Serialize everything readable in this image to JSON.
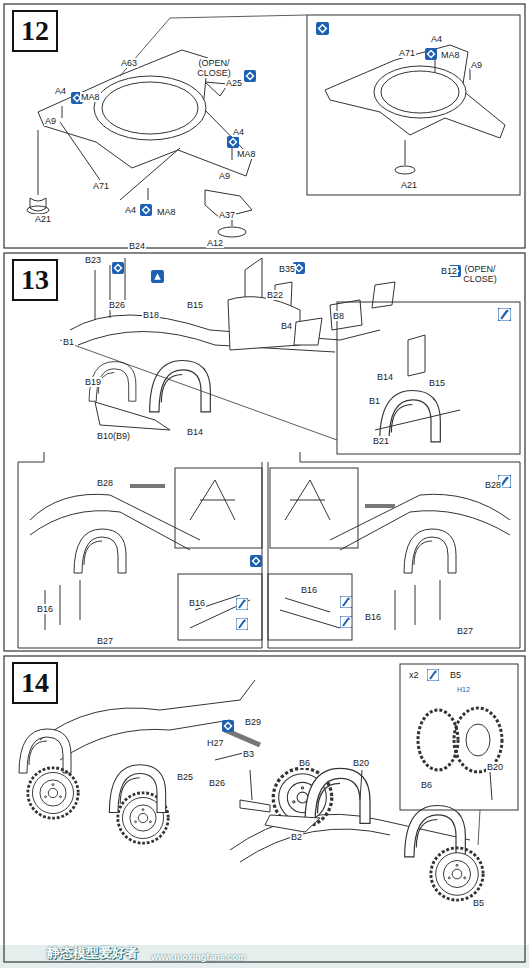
{
  "diagram": {
    "nodes": [
      {
        "text": [
          "12"
        ]
      },
      {
        "text": [
          "13"
        ]
      },
      {
        "text": [
          "14"
        ]
      }
    ],
    "labels": [
      "A4",
      "MA8",
      "A63",
      "A9",
      "(OPEN/ CLOSE)",
      "A25",
      "A4",
      "MA8",
      "A9",
      "A71",
      "A21",
      "A37",
      "A12",
      "A4",
      "MA8",
      "A4",
      "MA8",
      "A71",
      "A9",
      "A21",
      "B23",
      "B24",
      "B35",
      "B12",
      "(OPEN/ CLOSE)",
      "B26",
      "B22",
      "B4",
      "B8",
      "B15",
      "B18",
      "B1",
      "B19",
      "B10(B9)",
      "B14",
      "B14",
      "B15",
      "B1",
      "B21",
      "B28",
      "B16",
      "B27",
      "B16",
      "B28",
      "B16",
      "B16",
      "B27",
      "x2",
      "B5",
      "H12",
      "B6",
      "B20",
      "B6",
      "B20",
      "B29",
      "H27",
      "B3",
      "B25",
      "B26",
      "B2",
      "B5",
      "静态模型爱好者",
      "www.moxingfans.com"
    ]
  }
}
